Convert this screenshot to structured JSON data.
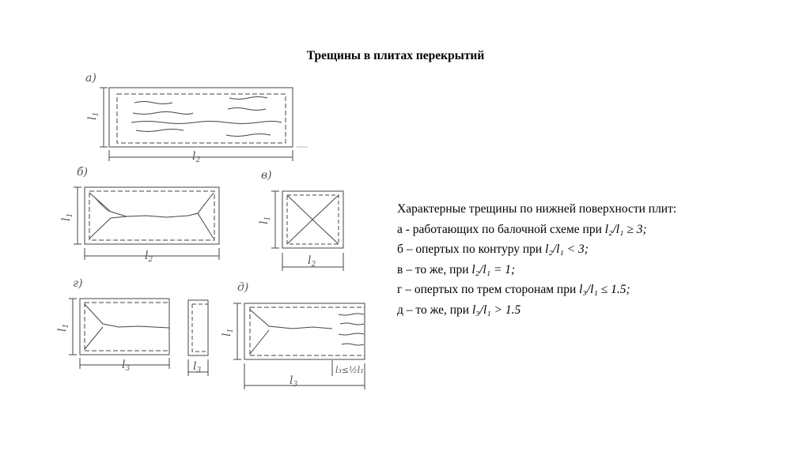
{
  "title": "Трещины в плитах перекрытий",
  "diagram": {
    "labels": {
      "a": "а)",
      "b": "б)",
      "v": "в)",
      "g": "г)",
      "d": "д)"
    },
    "dims": {
      "l1": "l",
      "l1_sub": "1",
      "l2": "l",
      "l2_sub": "2",
      "l3": "l",
      "l3_sub": "3",
      "ratio_small": "l₃≤½l₁"
    }
  },
  "caption": {
    "heading": "Характерные трещины по нижней поверхности плит:",
    "line_a": {
      "text": "а - работающих по балочной схеме при ",
      "math": "l₂/l₁ ≥ 3;"
    },
    "line_b": {
      "text": "б – опертых по контуру при ",
      "math": "l₂/l₁ < 3;"
    },
    "line_v": {
      "text": "в – то же, при ",
      "math": "l₂/l₁ = 1;"
    },
    "line_g": {
      "text": " г – опертых по трем сторонам при ",
      "math": "l₃/l₁ ≤ 1.5;"
    },
    "line_d": {
      "text": "д – то же, при ",
      "math": "l₃/l₁ > 1.5"
    }
  }
}
